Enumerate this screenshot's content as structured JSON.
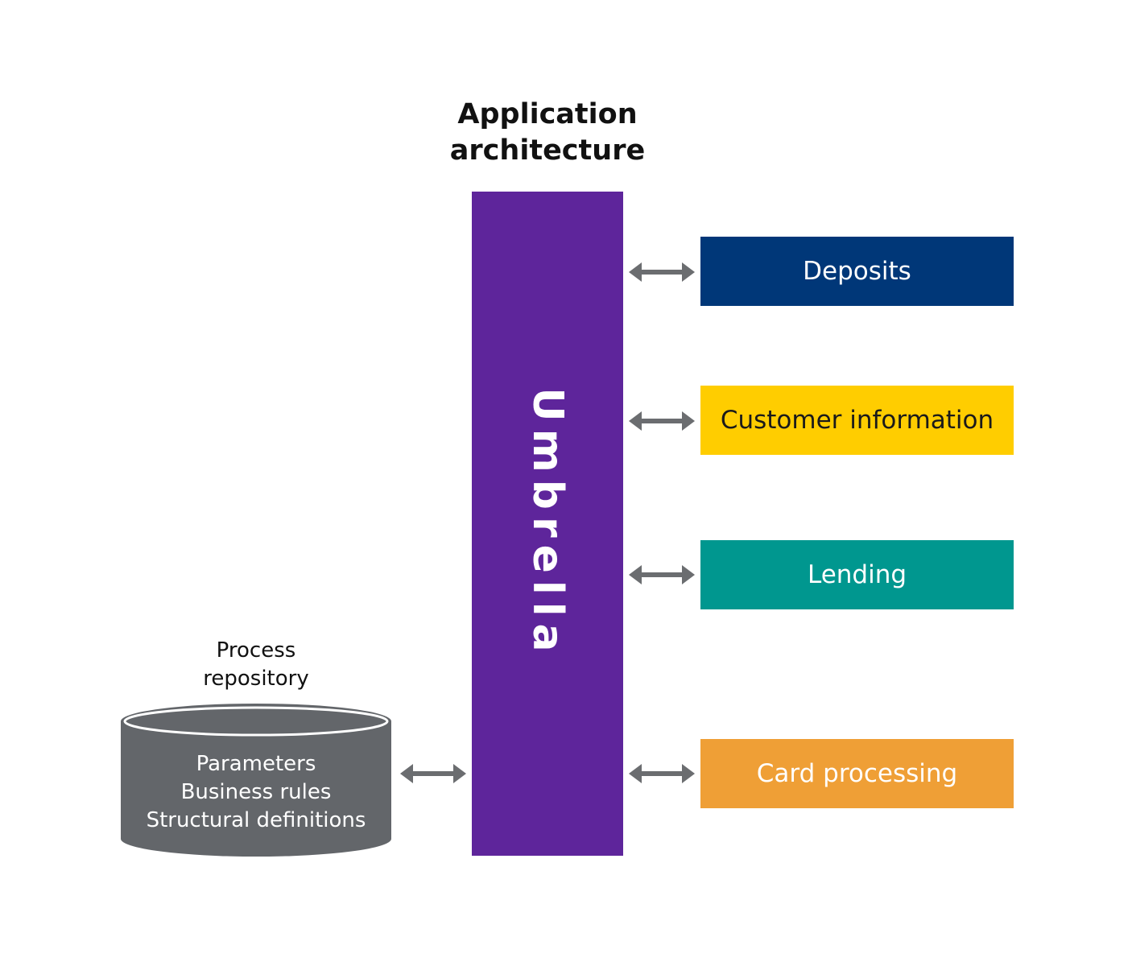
{
  "title": {
    "line1": "Application",
    "line2": "architecture"
  },
  "umbrella": {
    "label": "Umbrella",
    "color": "#5e259b"
  },
  "modules": [
    {
      "label": "Deposits",
      "color": "#003778"
    },
    {
      "label": "Customer information",
      "color": "#ffcd00"
    },
    {
      "label": "Lending",
      "color": "#00978f"
    },
    {
      "label": "Card processing",
      "color": "#ef9f36"
    }
  ],
  "repository": {
    "title_line1": "Process",
    "title_line2": "repository",
    "items": [
      "Parameters",
      "Business rules",
      "Structural definitions"
    ],
    "color": "#63666a"
  },
  "connector": {
    "icon": "double-arrow-icon",
    "color": "#6b6d70"
  }
}
